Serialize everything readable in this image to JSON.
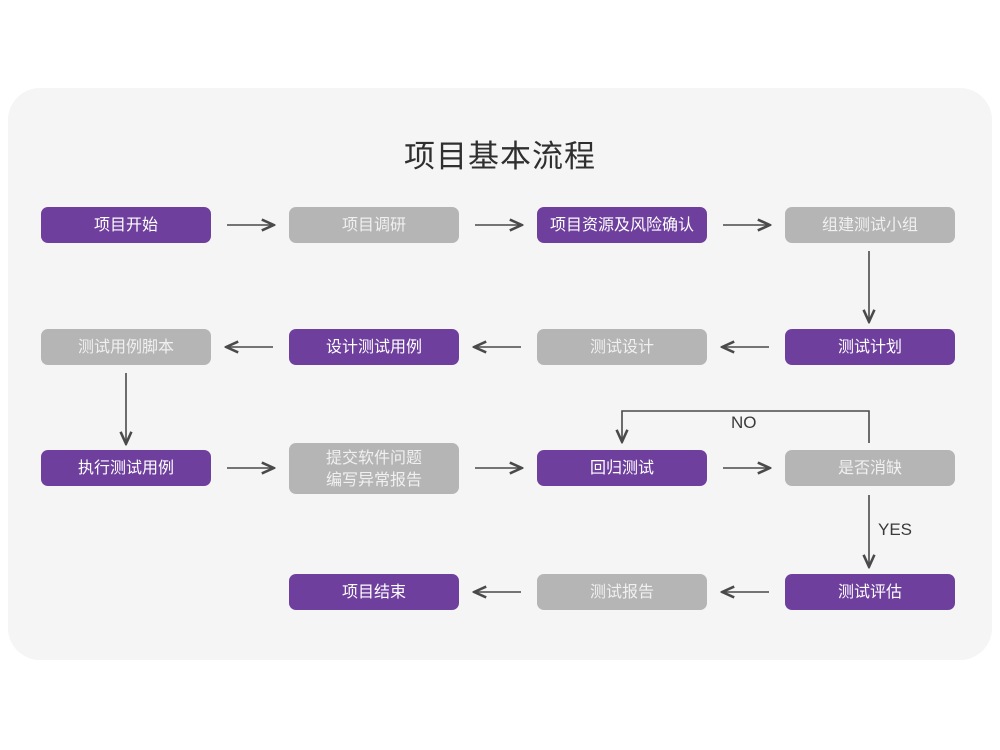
{
  "page": {
    "background_color": "#ffffff",
    "card_color": "#f5f5f5"
  },
  "title": "项目基本流程",
  "colors": {
    "purple": "#6f3f9e",
    "gray": "#b5b5b5",
    "arrow": "#4a4a4a",
    "title_text": "#2f2f2f"
  },
  "nodes": [
    {
      "id": "n1",
      "label": "项目开始",
      "style": "purple",
      "row": 1,
      "col": 1
    },
    {
      "id": "n2",
      "label": "项目调研",
      "style": "gray",
      "row": 1,
      "col": 2
    },
    {
      "id": "n3",
      "label": "项目资源及风险确认",
      "style": "purple",
      "row": 1,
      "col": 3
    },
    {
      "id": "n4",
      "label": "组建测试小组",
      "style": "gray",
      "row": 1,
      "col": 4
    },
    {
      "id": "n5",
      "label": "测试用例脚本",
      "style": "gray",
      "row": 2,
      "col": 1
    },
    {
      "id": "n6",
      "label": "设计测试用例",
      "style": "purple",
      "row": 2,
      "col": 2
    },
    {
      "id": "n7",
      "label": "测试设计",
      "style": "gray",
      "row": 2,
      "col": 3
    },
    {
      "id": "n8",
      "label": "测试计划",
      "style": "purple",
      "row": 2,
      "col": 4
    },
    {
      "id": "n9",
      "label": "执行测试用例",
      "style": "purple",
      "row": 3,
      "col": 1
    },
    {
      "id": "n10",
      "label": "提交软件问题\n编写异常报告",
      "style": "gray",
      "row": 3,
      "col": 2
    },
    {
      "id": "n11",
      "label": "回归测试",
      "style": "purple",
      "row": 3,
      "col": 3
    },
    {
      "id": "n12",
      "label": "是否消缺",
      "style": "gray",
      "row": 3,
      "col": 4
    },
    {
      "id": "n13",
      "label": "项目结束",
      "style": "purple",
      "row": 4,
      "col": 2
    },
    {
      "id": "n14",
      "label": "测试报告",
      "style": "gray",
      "row": 4,
      "col": 3
    },
    {
      "id": "n15",
      "label": "测试评估",
      "style": "purple",
      "row": 4,
      "col": 4
    }
  ],
  "edge_labels": {
    "no": "NO",
    "yes": "YES"
  },
  "edges": [
    {
      "from": "n1",
      "to": "n2",
      "dir": "right"
    },
    {
      "from": "n2",
      "to": "n3",
      "dir": "right"
    },
    {
      "from": "n3",
      "to": "n4",
      "dir": "right"
    },
    {
      "from": "n4",
      "to": "n8",
      "dir": "down"
    },
    {
      "from": "n8",
      "to": "n7",
      "dir": "left"
    },
    {
      "from": "n7",
      "to": "n6",
      "dir": "left"
    },
    {
      "from": "n6",
      "to": "n5",
      "dir": "left"
    },
    {
      "from": "n5",
      "to": "n9",
      "dir": "down"
    },
    {
      "from": "n9",
      "to": "n10",
      "dir": "right"
    },
    {
      "from": "n10",
      "to": "n11",
      "dir": "right"
    },
    {
      "from": "n11",
      "to": "n12",
      "dir": "right"
    },
    {
      "from": "n12",
      "to": "n11",
      "dir": "loop-up-left",
      "label": "NO"
    },
    {
      "from": "n12",
      "to": "n15",
      "dir": "down",
      "label": "YES"
    },
    {
      "from": "n15",
      "to": "n14",
      "dir": "left"
    },
    {
      "from": "n14",
      "to": "n13",
      "dir": "left"
    }
  ]
}
